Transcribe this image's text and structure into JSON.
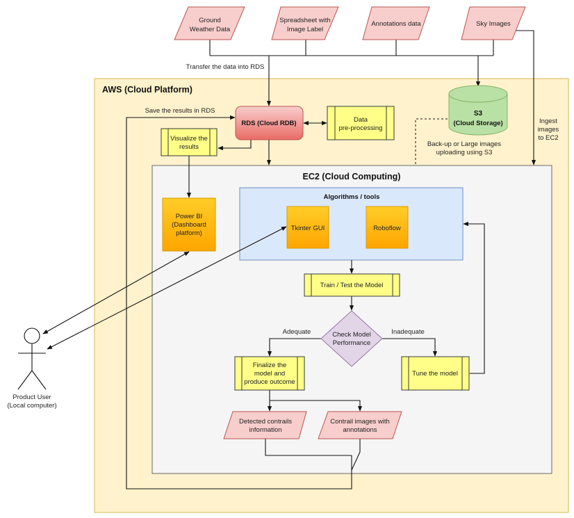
{
  "aws": {
    "title": "AWS (Cloud Platform)"
  },
  "ec2": {
    "title": "EC2 (Cloud Computing)"
  },
  "algorithms": {
    "title": "Algorithms / tools",
    "tools": [
      "Tkinter GUI",
      "Roboflow"
    ]
  },
  "sources": [
    [
      "Ground",
      "Weather Data"
    ],
    [
      "Spreadsheet with",
      "Image Label"
    ],
    [
      "Annotations data"
    ],
    [
      "Sky Images"
    ]
  ],
  "rds": {
    "label": "RDS (Cloud RDB)"
  },
  "preprocessing": {
    "line1": "Data",
    "line2": "pre-processing"
  },
  "s3": {
    "line1": "S3",
    "line2": "(Cloud Storage)"
  },
  "visualize": {
    "line1": "Visualize the",
    "line2": "results"
  },
  "powerbi": {
    "line1": "Power BI",
    "line2": "(Dashboard",
    "line3": "platform)"
  },
  "train": {
    "label": "Train / Test the Model"
  },
  "check": {
    "line1": "Check Model",
    "line2": "Performance"
  },
  "finalize": {
    "line1": "Finalize the",
    "line2": "model and",
    "line3": "produce outcome"
  },
  "tune": {
    "label": "Tune the model"
  },
  "outputs": [
    [
      "Detected contrails",
      "information"
    ],
    [
      "Contrail images with",
      "annotations"
    ]
  ],
  "user": {
    "line1": "Product User",
    "line2": "(Local computer)"
  },
  "labels": {
    "transfer": "Transfer the data into RDS",
    "save": "Save the results in RDS",
    "ingest": [
      "Ingest",
      "images",
      "to EC2"
    ],
    "backup": [
      "Back-up or Large images",
      "uploading using S3"
    ],
    "adequate": "Adequate",
    "inadequate": "Inadequate"
  },
  "colors": {
    "aws_bg": "#fff2cc",
    "aws_border": "#d6b656",
    "ec2_bg": "#f5f5f5",
    "ec2_border": "#666666",
    "algo_bg": "#dae8fc",
    "algo_border": "#6c8ebf",
    "pink": "#f8cecc",
    "pink_border": "#b85450",
    "yellow": "#ffff88",
    "yellow_border": "#36393d",
    "orange": "#ffb366",
    "orange_border": "#d79b00",
    "green": "#b9e0a5",
    "green_border": "#82b366",
    "purple": "#e1d5e7",
    "purple_border": "#9673a6"
  }
}
